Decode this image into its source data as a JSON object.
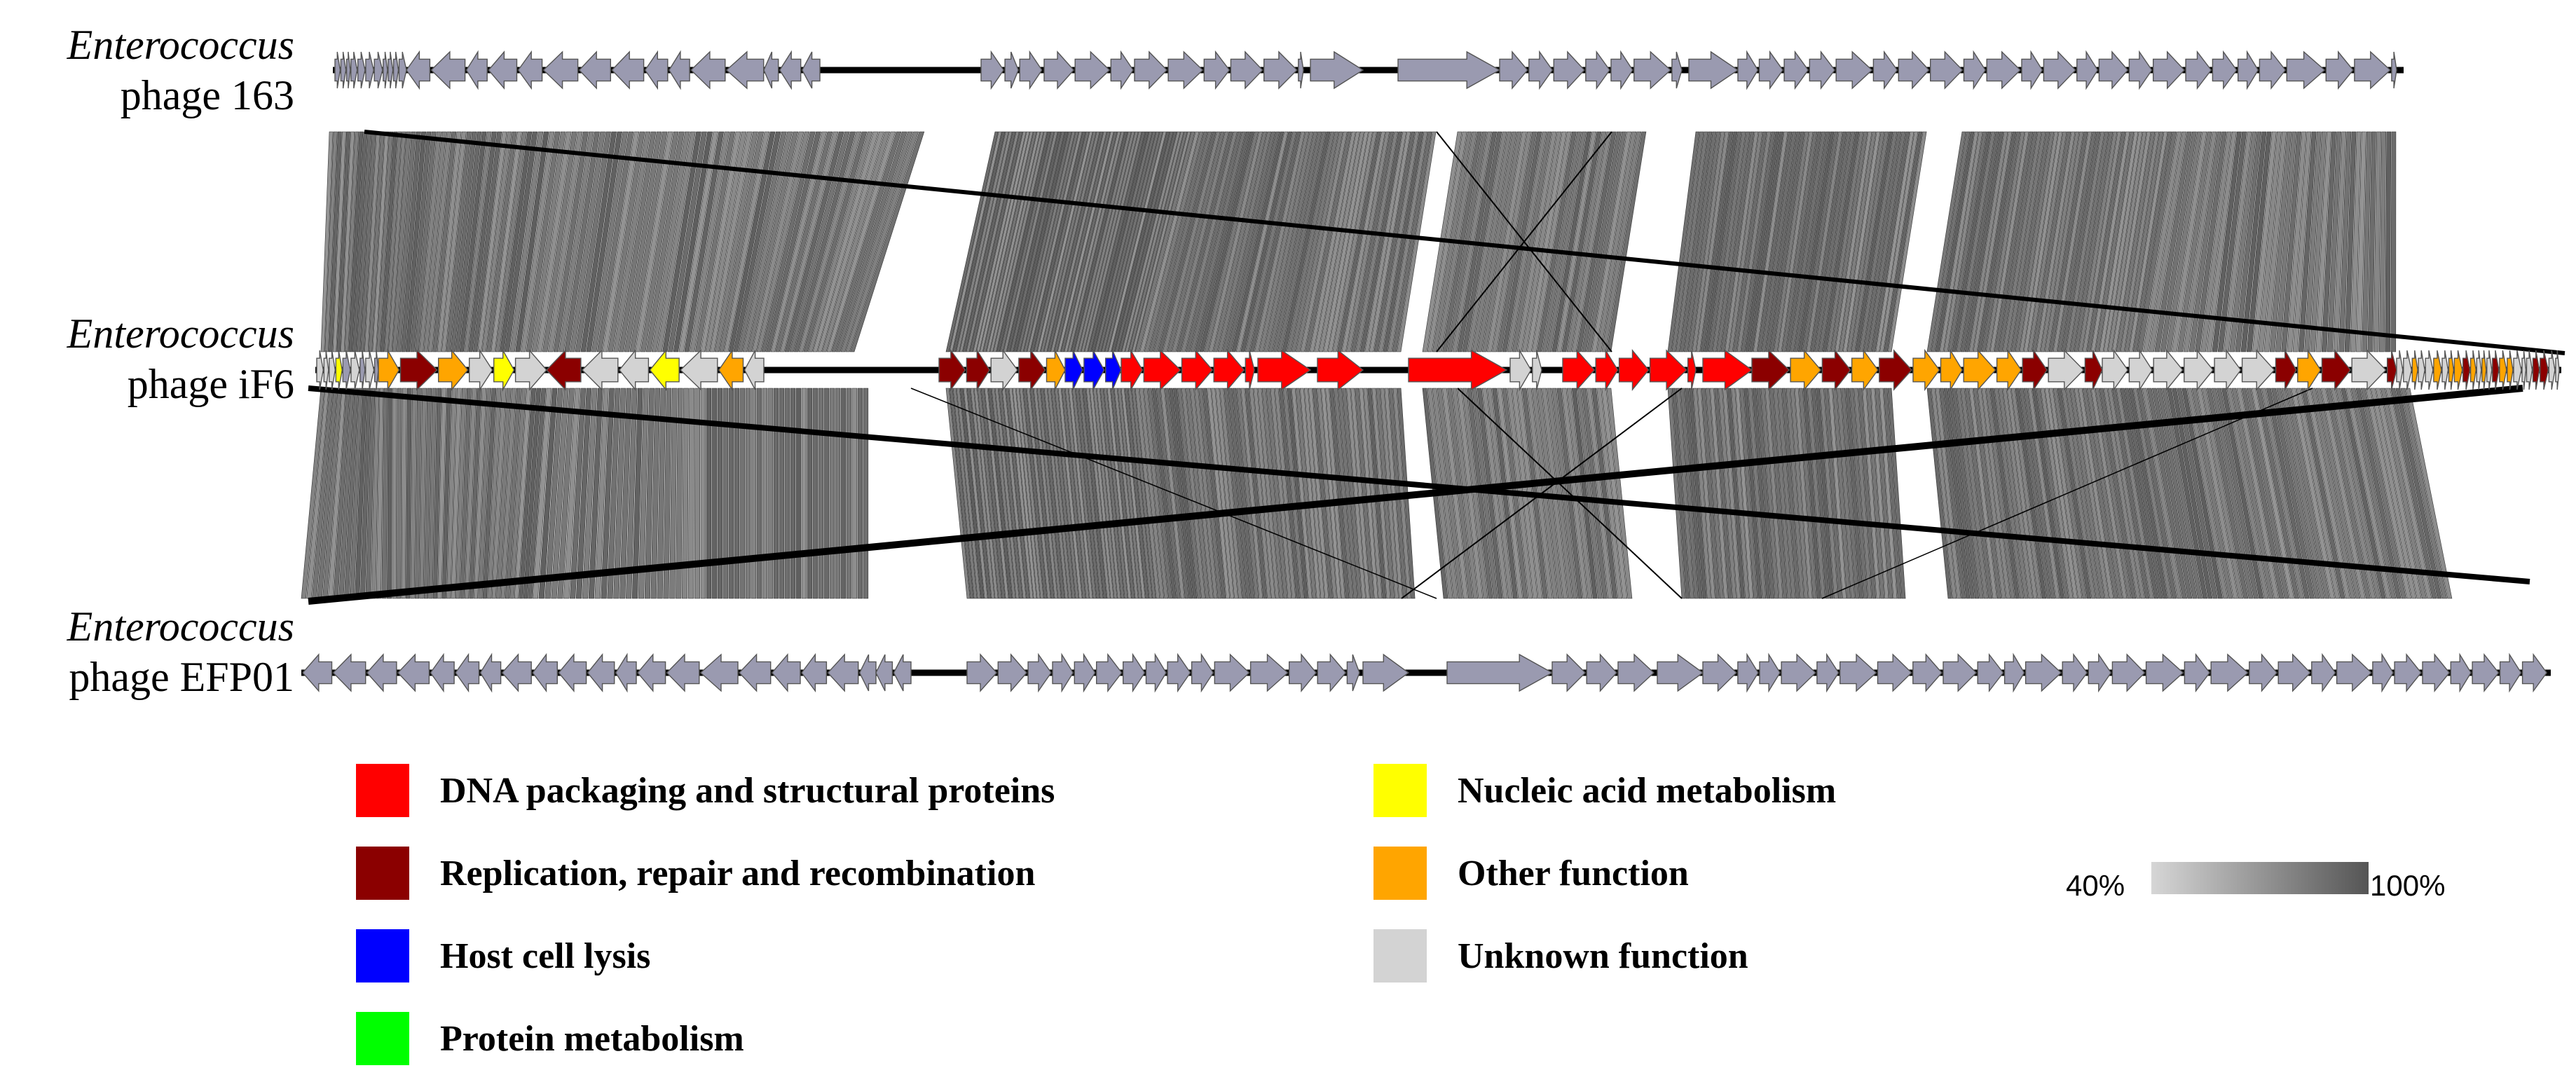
{
  "genomes": [
    {
      "genus": "Enterococcus",
      "strain": "phage 163"
    },
    {
      "genus": "Enterococcus",
      "strain": "phage iF6"
    },
    {
      "genus": "Enterococcus",
      "strain": "phage EFP01"
    }
  ],
  "legend": [
    {
      "label": "DNA packaging and structural proteins",
      "color": "#ff0000"
    },
    {
      "label": "Replication, repair and recombination",
      "color": "#8b0000"
    },
    {
      "label": "Host cell lysis",
      "color": "#0000ff"
    },
    {
      "label": "Protein metabolism",
      "color": "#00ff00"
    },
    {
      "label": "Nucleic acid metabolism",
      "color": "#ffff00"
    },
    {
      "label": "Other function",
      "color": "#ffa500"
    },
    {
      "label": "Unknown function",
      "color": "#d3d3d3"
    }
  ],
  "identity_scale": {
    "min_label": "40%",
    "max_label": "100%",
    "min_color": "#d6d6d6",
    "max_color": "#555555"
  },
  "colors": {
    "reference_genes": "#9a9ab0",
    "gene_outline": "#555555",
    "backbone": "#000000",
    "similarity": "#6e6e6e"
  }
}
